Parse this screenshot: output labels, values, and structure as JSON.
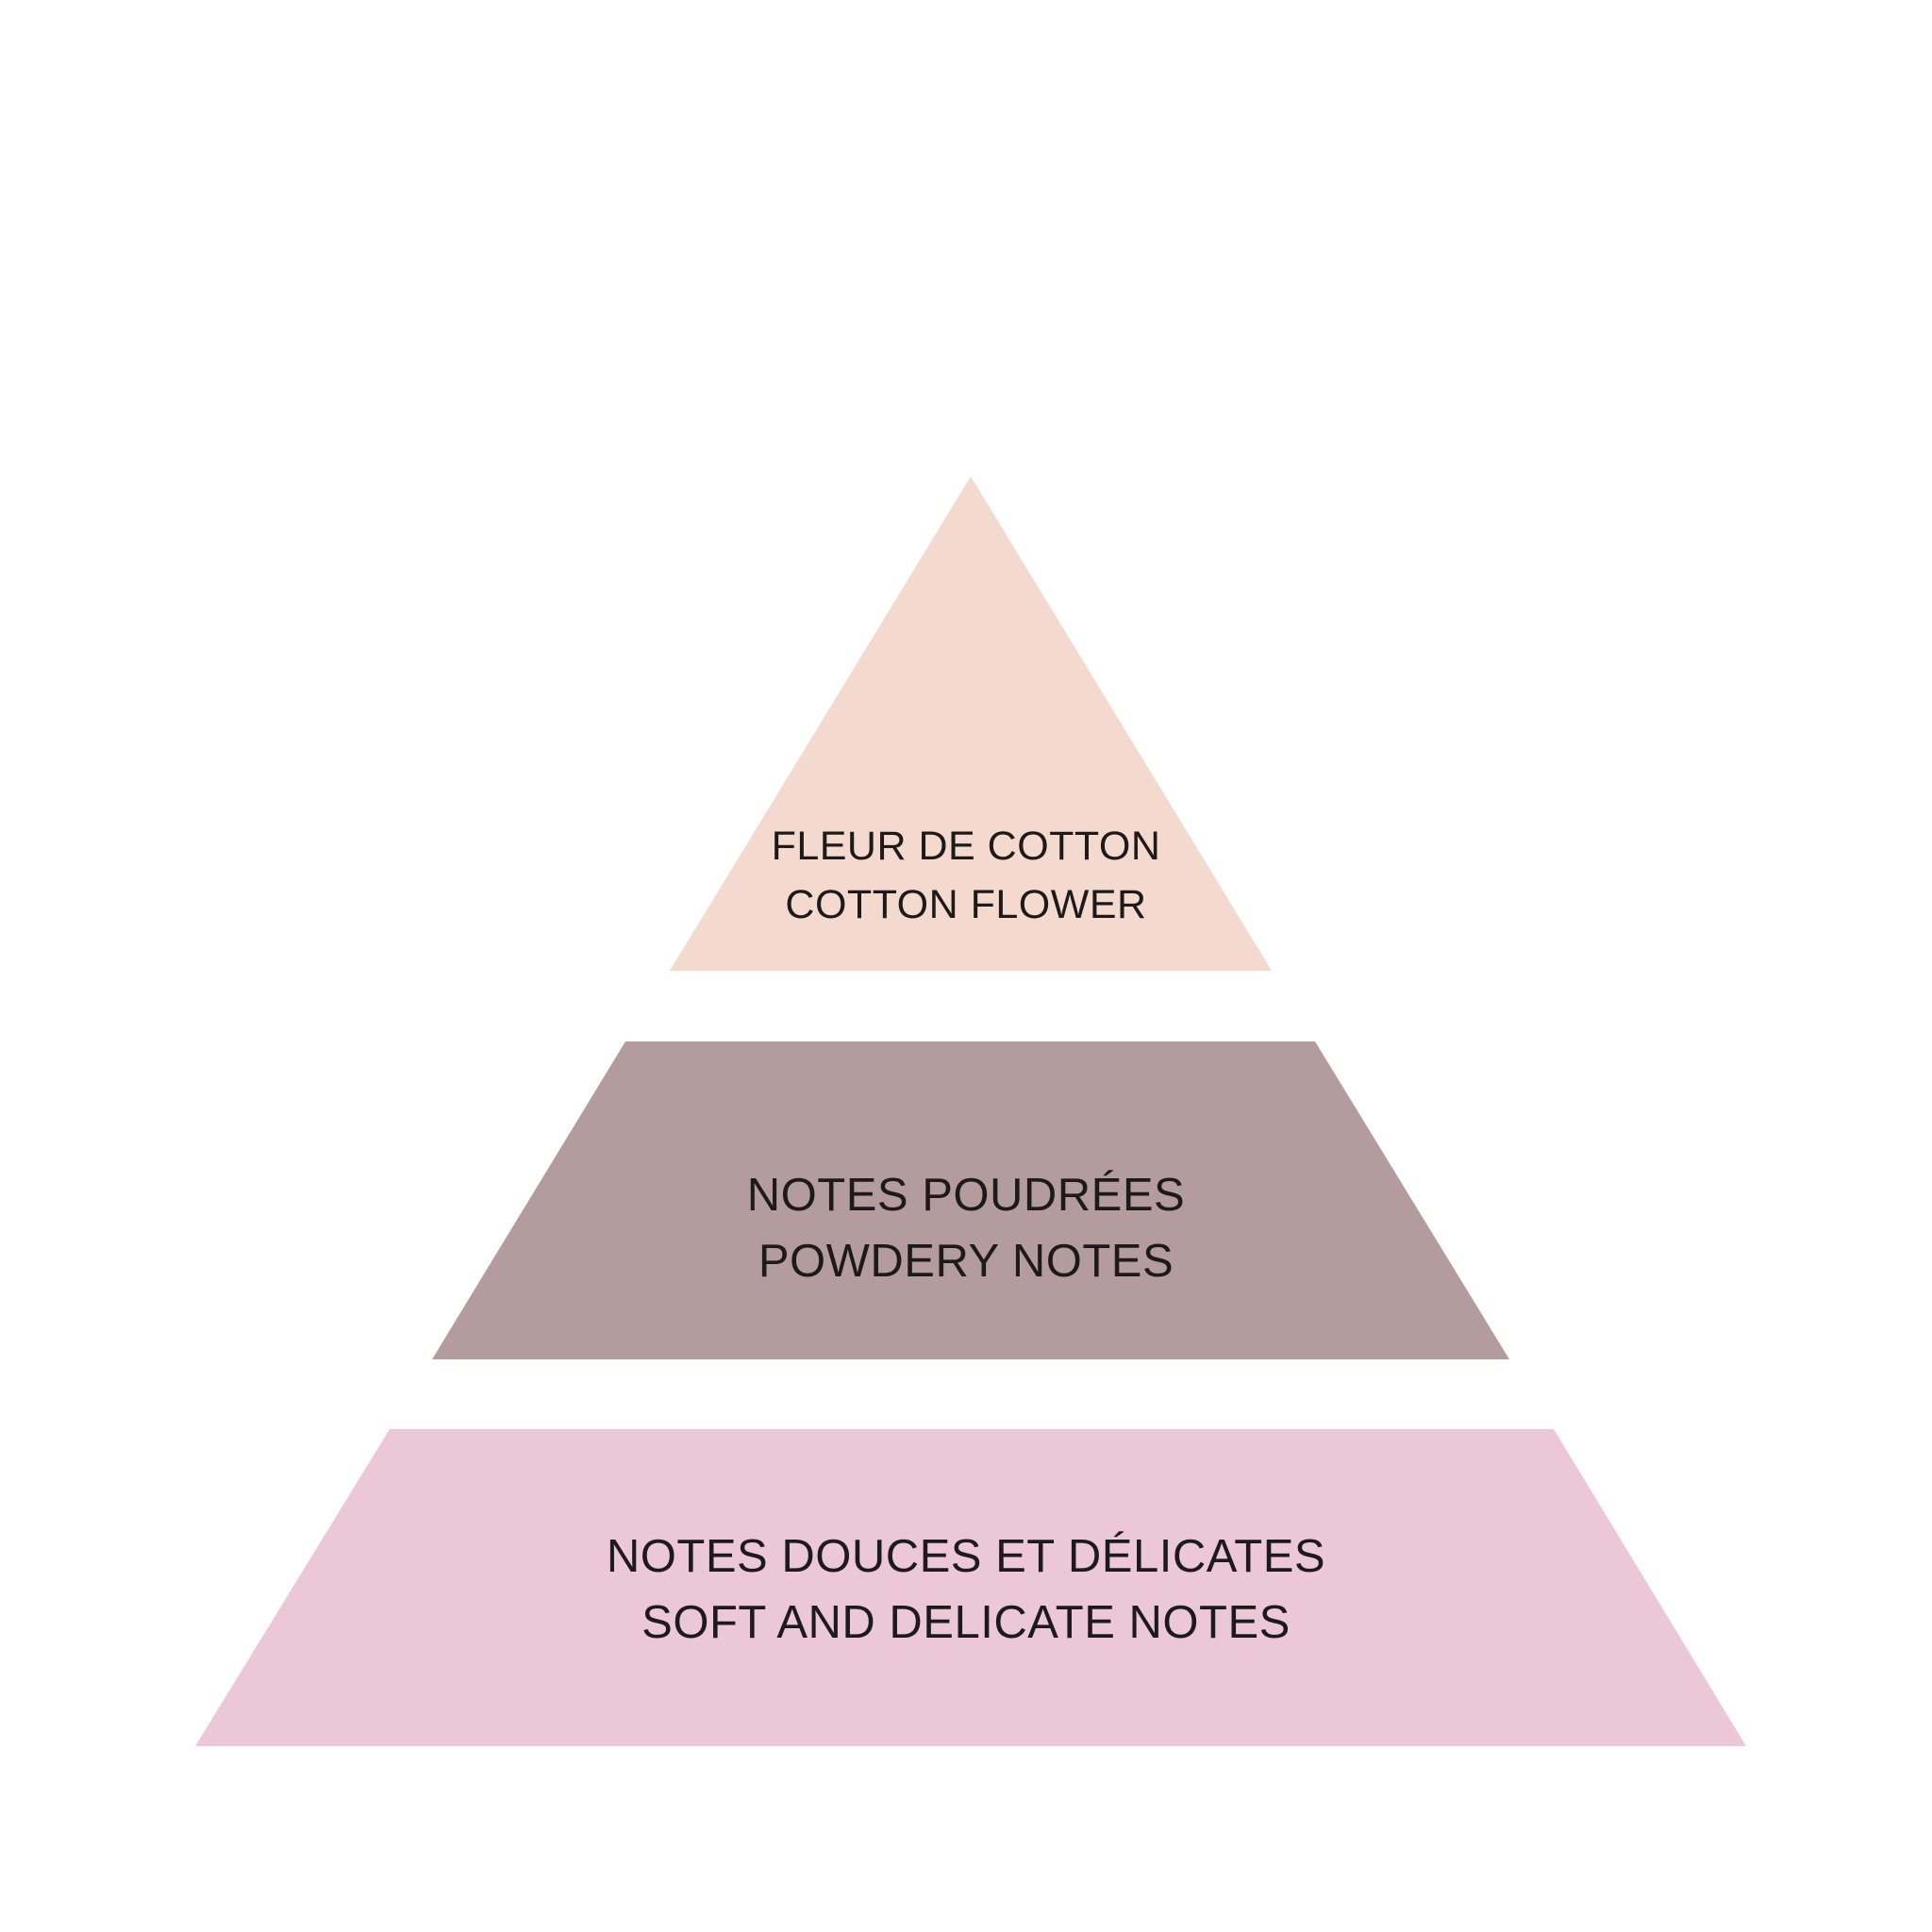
{
  "pyramid": {
    "tiers": [
      {
        "id": "top",
        "color": "#f3d9ce",
        "line1": "FLEUR DE COTTON",
        "line2": "COTTON FLOWER"
      },
      {
        "id": "middle",
        "color": "#b39b9e",
        "line1": "NOTES POUDRÉES",
        "line2": "POWDERY NOTES"
      },
      {
        "id": "bottom",
        "color": "#ecc8d6",
        "line1": "NOTES DOUCES ET DÉLICATES",
        "line2": "SOFT AND DELICATE NOTES"
      }
    ]
  }
}
